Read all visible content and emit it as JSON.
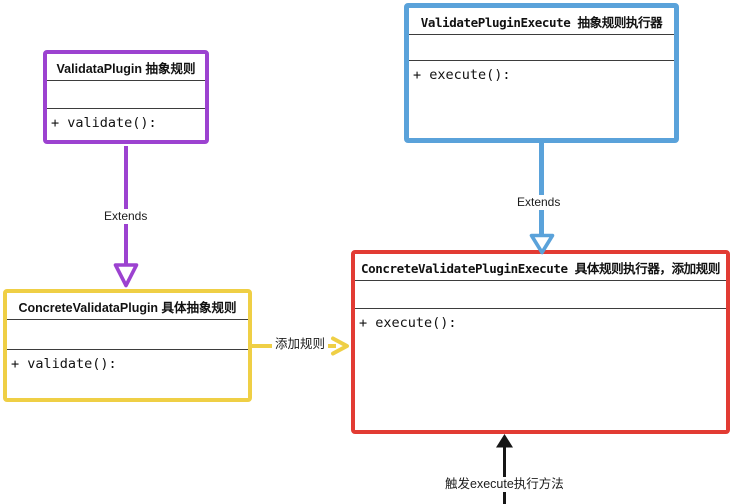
{
  "diagram": {
    "type": "uml-class-diagram",
    "background_color": "#ffffff",
    "boxes": [
      {
        "name": "ValidataPlugin",
        "title": "ValidataPlugin 抽象规则",
        "attributes": "",
        "method": "+ validate():",
        "border_color": "#9c42d0"
      },
      {
        "name": "ValidatePluginExecute",
        "title": "ValidatePluginExecute 抽象规则执行器",
        "attributes": "",
        "method": "+ execute():",
        "border_color": "#5aa2da"
      },
      {
        "name": "ConcreteValidataPlugin",
        "title": "ConcreteValidataPlugin 具体抽象规则",
        "attributes": "",
        "method": "+ validate():",
        "border_color": "#efcf45"
      },
      {
        "name": "ConcreteValidatePluginExecute",
        "title": "ConcreteValidatePluginExecute 具体规则执行器，添加规则",
        "attributes": "",
        "method": "+ execute():",
        "border_color": "#e23b33"
      }
    ],
    "connectors": [
      {
        "from": "ValidataPlugin",
        "to": "ConcreteValidataPlugin",
        "label": "Extends",
        "color": "#9c42d0",
        "head": "hollow-triangle-down"
      },
      {
        "from": "ValidatePluginExecute",
        "to": "ConcreteValidatePluginExecute",
        "label": "Extends",
        "color": "#5aa2da",
        "head": "hollow-triangle-down"
      },
      {
        "from": "ConcreteValidataPlugin",
        "to": "ConcreteValidatePluginExecute",
        "label": "添加规则",
        "color": "#efcf45",
        "head": "open-chevron-right"
      },
      {
        "from": "bottom-edge",
        "to": "ConcreteValidatePluginExecute",
        "label": "触发execute执行方法",
        "color": "#161616",
        "head": "solid-triangle-up"
      }
    ]
  }
}
